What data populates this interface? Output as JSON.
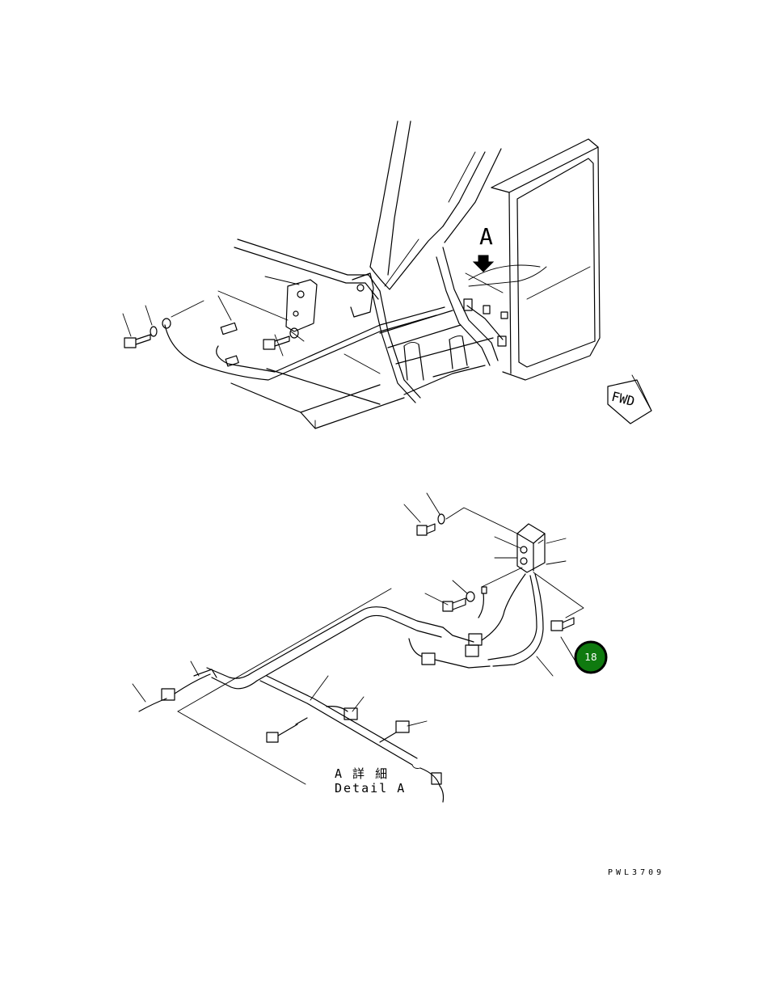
{
  "view_label": "A",
  "fwd_label": "FWD",
  "detail_label_jp": "A 詳 細",
  "detail_label_en": "Detail A",
  "callout_badge": {
    "number": "18",
    "fill": "#0f7a0f",
    "ring": "#000000"
  },
  "drawing_code": "PWL3709"
}
